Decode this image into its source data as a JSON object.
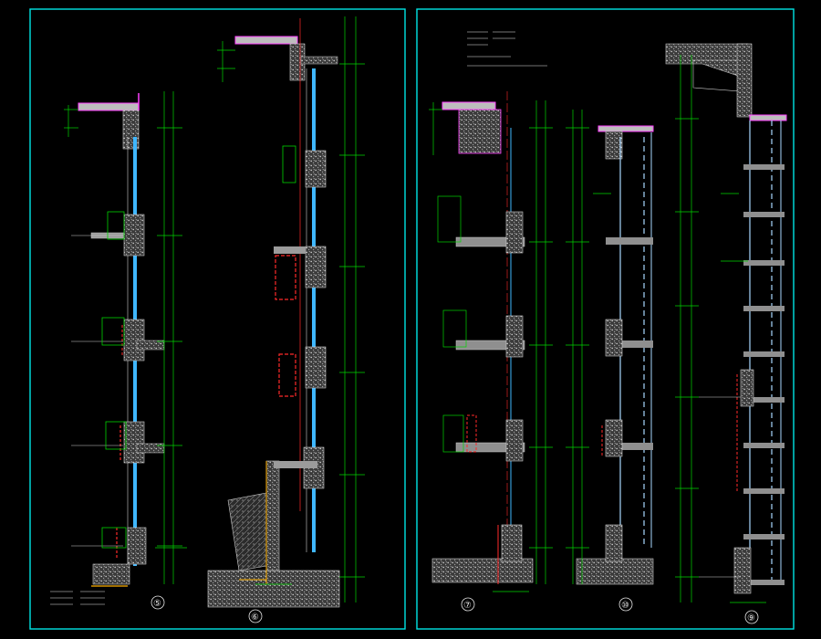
{
  "sheet": {
    "title_text": "",
    "section_markers": [
      "⑤",
      "⑥",
      "⑦",
      "⑩",
      "⑨"
    ]
  },
  "colors": {
    "background": "#000000",
    "frame": "#00e5e5",
    "grid_green": "#00d400",
    "glass_blue": "#3fb7ff",
    "light_blue": "#a8d8ff",
    "red_line": "#ff2a2a",
    "magenta": "#ff40ff",
    "concrete": "#bdbdbd",
    "text": "#e6e6e6"
  },
  "panels": [
    {
      "name": "left-panel",
      "sections": [
        "⑤",
        "⑥"
      ]
    },
    {
      "name": "right-panel",
      "sections": [
        "⑦",
        "⑩",
        "⑨"
      ]
    }
  ]
}
